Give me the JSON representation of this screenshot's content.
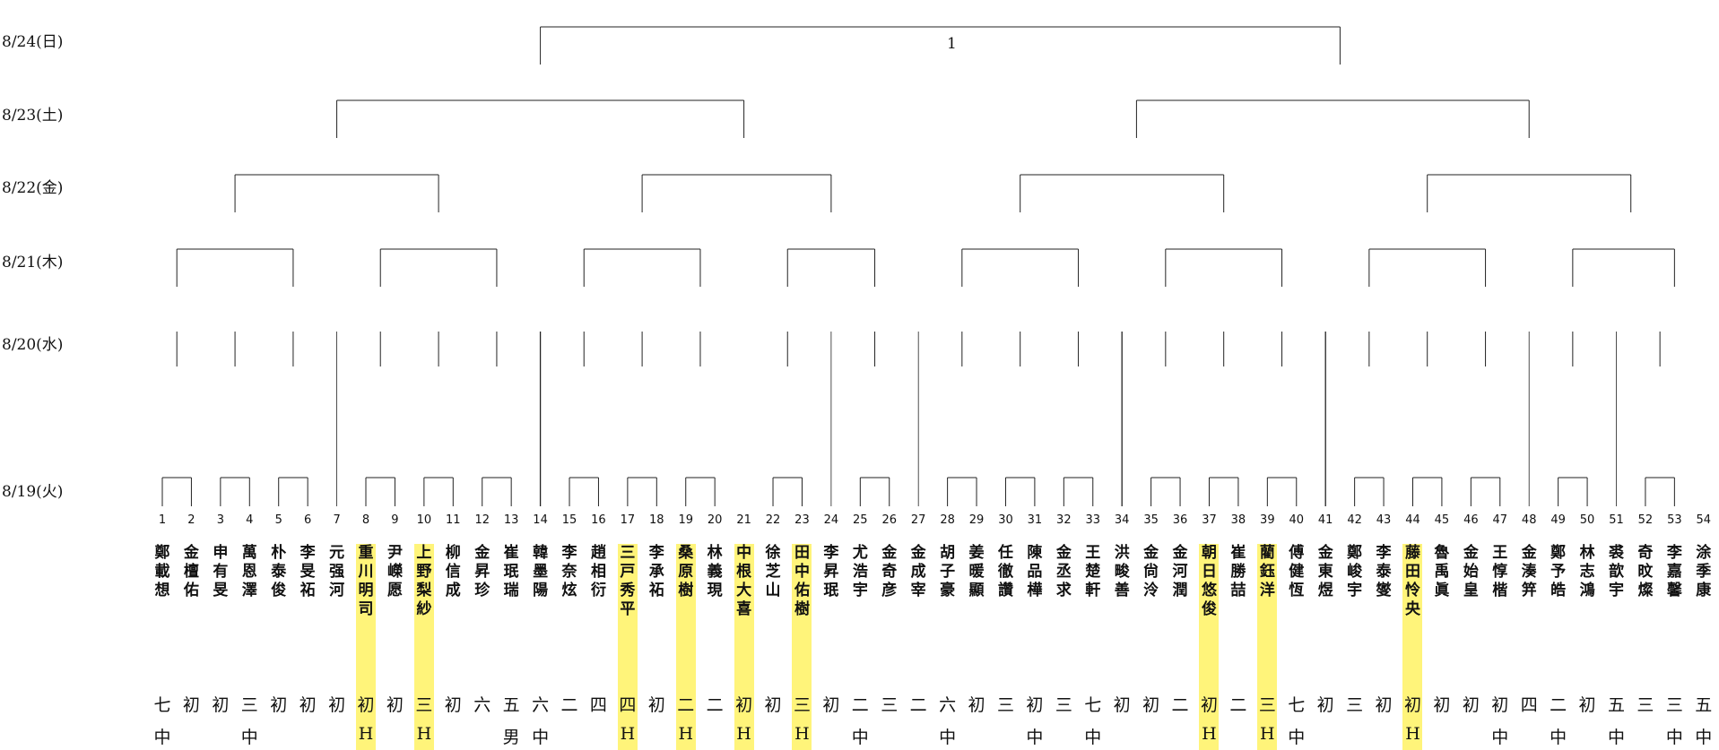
{
  "dates": [
    "8/24(日)",
    "8/23(土)",
    "8/22(金)",
    "8/21(木)",
    "8/20(水)",
    "8/19(火)"
  ],
  "final_label": "1",
  "players": [
    {
      "num": "1",
      "name": "鄭載想",
      "rank": "七",
      "region": "中",
      "hl": false
    },
    {
      "num": "2",
      "name": "金檀佑",
      "rank": "初",
      "region": "",
      "hl": false
    },
    {
      "num": "3",
      "name": "申有旻",
      "rank": "初",
      "region": "",
      "hl": false
    },
    {
      "num": "4",
      "name": "萬恩澤",
      "rank": "三",
      "region": "中",
      "hl": false
    },
    {
      "num": "5",
      "name": "朴泰俊",
      "rank": "初",
      "region": "",
      "hl": false
    },
    {
      "num": "6",
      "name": "李旻祏",
      "rank": "初",
      "region": "",
      "hl": false
    },
    {
      "num": "7",
      "name": "元强河",
      "rank": "初",
      "region": "",
      "hl": false
    },
    {
      "num": "8",
      "name": "重川明司",
      "rank": "初",
      "region": "H",
      "hl": true
    },
    {
      "num": "9",
      "name": "尹嶸愿",
      "rank": "初",
      "region": "",
      "hl": false
    },
    {
      "num": "10",
      "name": "上野梨紗",
      "rank": "三",
      "region": "H",
      "hl": true
    },
    {
      "num": "11",
      "name": "柳信成",
      "rank": "初",
      "region": "",
      "hl": false
    },
    {
      "num": "12",
      "name": "金昇珍",
      "rank": "六",
      "region": "",
      "hl": false
    },
    {
      "num": "13",
      "name": "崔珉瑞",
      "rank": "五",
      "region": "男",
      "hl": false
    },
    {
      "num": "14",
      "name": "韓墨陽",
      "rank": "六",
      "region": "中",
      "hl": false
    },
    {
      "num": "15",
      "name": "李奈炫",
      "rank": "二",
      "region": "",
      "hl": false
    },
    {
      "num": "16",
      "name": "趙相衍",
      "rank": "四",
      "region": "",
      "hl": false
    },
    {
      "num": "17",
      "name": "三戸秀平",
      "rank": "四",
      "region": "H",
      "hl": true
    },
    {
      "num": "18",
      "name": "李承祏",
      "rank": "初",
      "region": "",
      "hl": false
    },
    {
      "num": "19",
      "name": "桑原樹",
      "rank": "二",
      "region": "H",
      "hl": true
    },
    {
      "num": "20",
      "name": "林義現",
      "rank": "二",
      "region": "",
      "hl": false
    },
    {
      "num": "21",
      "name": "中根大喜",
      "rank": "初",
      "region": "H",
      "hl": true
    },
    {
      "num": "22",
      "name": "徐芝山",
      "rank": "初",
      "region": "",
      "hl": false
    },
    {
      "num": "23",
      "name": "田中佑樹",
      "rank": "三",
      "region": "H",
      "hl": true
    },
    {
      "num": "24",
      "name": "李昇珉",
      "rank": "初",
      "region": "",
      "hl": false
    },
    {
      "num": "25",
      "name": "尤浩宇",
      "rank": "二",
      "region": "中",
      "hl": false
    },
    {
      "num": "26",
      "name": "金奇彦",
      "rank": "三",
      "region": "",
      "hl": false
    },
    {
      "num": "27",
      "name": "金成宰",
      "rank": "二",
      "region": "",
      "hl": false
    },
    {
      "num": "28",
      "name": "胡子豪",
      "rank": "六",
      "region": "中",
      "hl": false
    },
    {
      "num": "29",
      "name": "姜暖顯",
      "rank": "初",
      "region": "",
      "hl": false
    },
    {
      "num": "30",
      "name": "任徹讚",
      "rank": "三",
      "region": "",
      "hl": false
    },
    {
      "num": "31",
      "name": "陳品樺",
      "rank": "初",
      "region": "中",
      "hl": false
    },
    {
      "num": "32",
      "name": "金丞求",
      "rank": "三",
      "region": "",
      "hl": false
    },
    {
      "num": "33",
      "name": "王楚軒",
      "rank": "七",
      "region": "中",
      "hl": false
    },
    {
      "num": "34",
      "name": "洪畯善",
      "rank": "初",
      "region": "",
      "hl": false
    },
    {
      "num": "35",
      "name": "金尙泠",
      "rank": "初",
      "region": "",
      "hl": false
    },
    {
      "num": "36",
      "name": "金河潤",
      "rank": "二",
      "region": "",
      "hl": false
    },
    {
      "num": "37",
      "name": "朝日悠俊",
      "rank": "初",
      "region": "H",
      "hl": true
    },
    {
      "num": "38",
      "name": "崔勝喆",
      "rank": "二",
      "region": "",
      "hl": false
    },
    {
      "num": "39",
      "name": "藺鈺洋",
      "rank": "三",
      "region": "H",
      "hl": true
    },
    {
      "num": "40",
      "name": "傅健恆",
      "rank": "七",
      "region": "中",
      "hl": false
    },
    {
      "num": "41",
      "name": "金東煜",
      "rank": "初",
      "region": "",
      "hl": false
    },
    {
      "num": "42",
      "name": "鄭峻宇",
      "rank": "三",
      "region": "",
      "hl": false
    },
    {
      "num": "43",
      "name": "李泰燮",
      "rank": "初",
      "region": "",
      "hl": false
    },
    {
      "num": "44",
      "name": "藤田怜央",
      "rank": "初",
      "region": "H",
      "hl": true
    },
    {
      "num": "45",
      "name": "魯禹眞",
      "rank": "初",
      "region": "",
      "hl": false
    },
    {
      "num": "46",
      "name": "金始皇",
      "rank": "初",
      "region": "",
      "hl": false
    },
    {
      "num": "47",
      "name": "王惇楷",
      "rank": "初",
      "region": "中",
      "hl": false
    },
    {
      "num": "48",
      "name": "金湊笄",
      "rank": "四",
      "region": "",
      "hl": false
    },
    {
      "num": "49",
      "name": "鄭予皓",
      "rank": "二",
      "region": "中",
      "hl": false
    },
    {
      "num": "50",
      "name": "林志鴻",
      "rank": "初",
      "region": "",
      "hl": false
    },
    {
      "num": "51",
      "name": "裘歆宇",
      "rank": "五",
      "region": "中",
      "hl": false
    },
    {
      "num": "52",
      "name": "奇旼燦",
      "rank": "三",
      "region": "",
      "hl": false
    },
    {
      "num": "53",
      "name": "李嘉馨",
      "rank": "三",
      "region": "中",
      "hl": false
    },
    {
      "num": "54",
      "name": "涂季康",
      "rank": "五",
      "region": "中",
      "hl": false
    }
  ]
}
